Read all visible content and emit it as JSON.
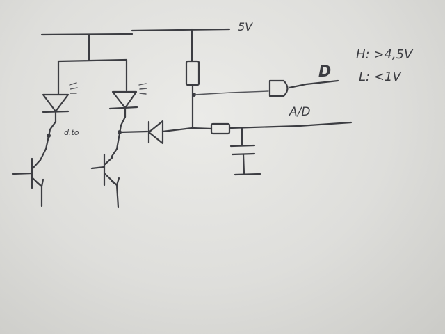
{
  "diagram": {
    "supply_label": "5V",
    "digital_out_label": "D",
    "high_threshold": "H: >4,5V",
    "low_threshold": "L: <1V",
    "analog_out_label": "A/D",
    "junction_note": "d.to"
  }
}
